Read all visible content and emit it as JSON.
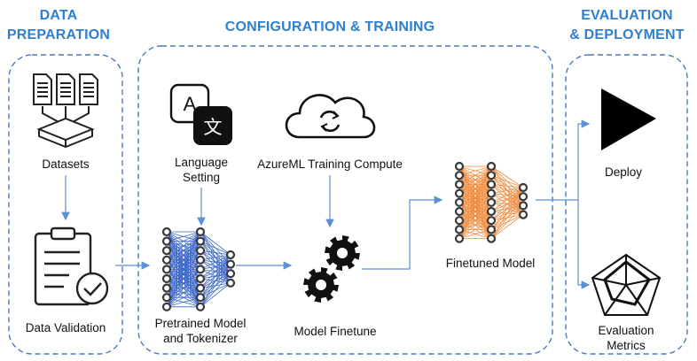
{
  "sections": {
    "data_prep": {
      "line1": "DATA",
      "line2": "PREPARATION"
    },
    "config": {
      "title": "CONFIGURATION & TRAINING"
    },
    "eval": {
      "line1": "EVALUATION",
      "line2": "& DEPLOYMENT"
    }
  },
  "nodes": {
    "datasets": "Datasets",
    "data_validation": "Data Validation",
    "language_setting_1": "Language",
    "language_setting_2": "Setting",
    "training_compute": "AzureML Training Compute",
    "pretrained_1": "Pretrained Model",
    "pretrained_2": "and Tokenizer",
    "model_finetune": "Model Finetune",
    "finetuned_model": "Finetuned Model",
    "deploy": "Deploy",
    "eval_metrics_1": "Evaluation",
    "eval_metrics_2": "Metrics"
  },
  "icons": {
    "translate_a": "A",
    "translate_glyph": "文"
  },
  "colors": {
    "accent": "#2f7fd1",
    "flow": "#5b8fd6",
    "pretrained_edges": "#3a66c9",
    "finetuned_edges": "#f08a3c"
  }
}
